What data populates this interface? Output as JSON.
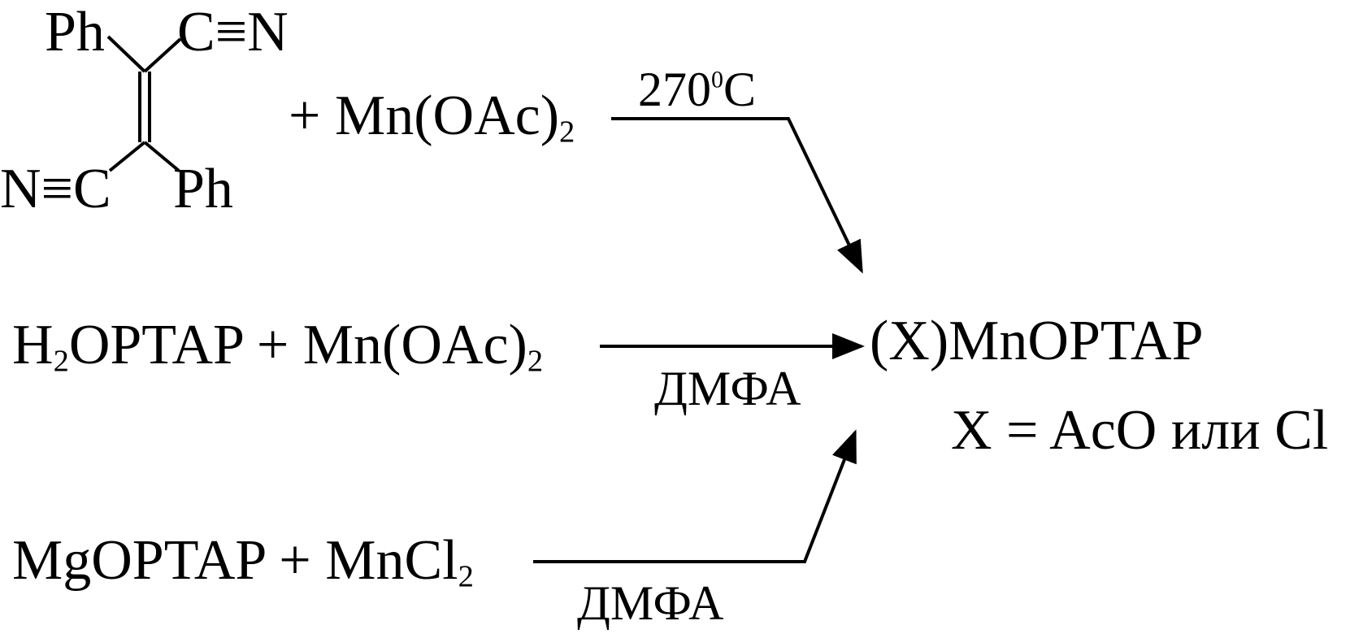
{
  "reactant1": {
    "ph_top": "Ph",
    "cn_top": "C≡N",
    "nc_bottom": "N≡C",
    "ph_bottom": "Ph"
  },
  "route1": {
    "plus_text": "+ Mn(OAc)",
    "plus_sub": "2",
    "condition_main": "270",
    "condition_sup": "0",
    "condition_unit": "C"
  },
  "route2": {
    "left_a": "H",
    "left_sub1": "2",
    "left_b": "OPTAP + Mn(OAc)",
    "left_sub2": "2",
    "condition": "ДМФА"
  },
  "route3": {
    "left": "MgOPTAP + MnCl",
    "left_sub": "2",
    "condition": "ДМФА"
  },
  "product": {
    "name": "(X)MnOPTAP",
    "note": "X = AcO или Cl"
  }
}
